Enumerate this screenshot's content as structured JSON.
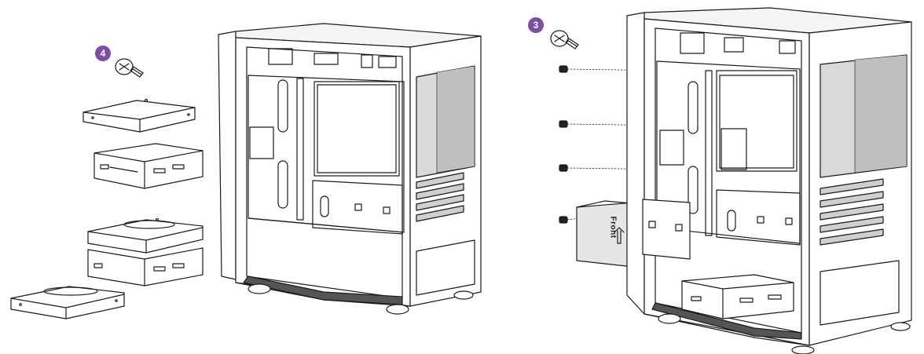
{
  "steps": {
    "step_4": {
      "number": "4"
    },
    "step_3": {
      "number": "3"
    }
  },
  "front_box": {
    "label": "Front"
  },
  "colors": {
    "badge": "#7b4ea3",
    "line": "#1a1a1a",
    "fill_light": "#f4f4f4",
    "fill_mid": "#d9d9d9"
  },
  "icons": [
    "screw-icon",
    "arrow-up-icon"
  ]
}
